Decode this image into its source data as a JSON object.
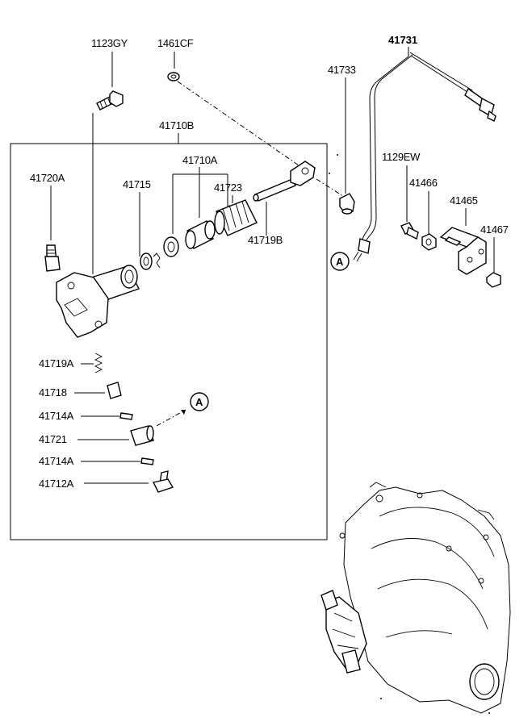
{
  "labels": {
    "p1123GY": "1123GY",
    "p1461CF": "1461CF",
    "p41731": "41731",
    "p41733": "41733",
    "p41710B": "41710B",
    "p41710A": "41710A",
    "p41720A": "41720A",
    "p41715": "41715",
    "p41723": "41723",
    "p41719B": "41719B",
    "p1129EW": "1129EW",
    "p41466": "41466",
    "p41465": "41465",
    "p41467": "41467",
    "p41719A": "41719A",
    "p41718": "41718",
    "p41714A_1": "41714A",
    "p41721": "41721",
    "p41714A_2": "41714A",
    "p41712A": "41712A"
  },
  "callouts": {
    "ref_a_1": "A",
    "ref_a_2": "A"
  }
}
